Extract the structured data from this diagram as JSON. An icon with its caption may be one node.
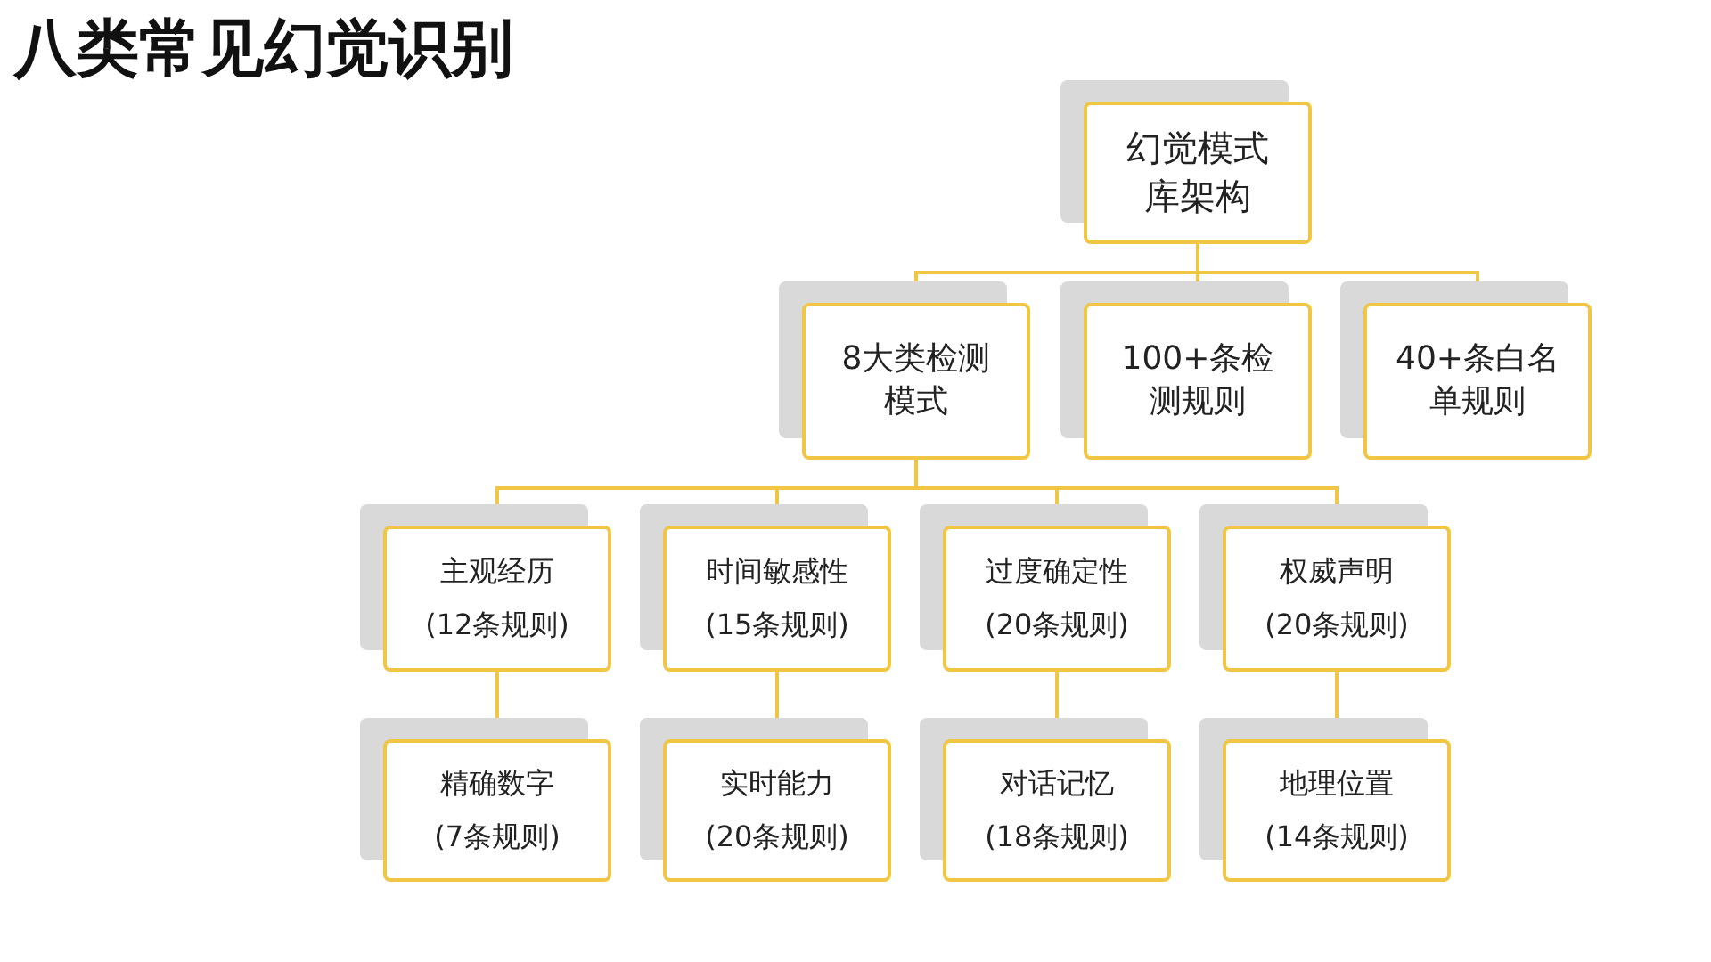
{
  "diagram": {
    "title": "八类常见幻觉识别",
    "nodes": [
      {
        "text": [
          "幻觉模式库架构"
        ]
      },
      {
        "text": [
          "8大类检测模式"
        ]
      },
      {
        "text": [
          "100+条检测规则"
        ]
      },
      {
        "text": [
          "40+条白名单规则"
        ]
      },
      {
        "text": [
          "主观经历",
          "(12条规则)"
        ]
      },
      {
        "text": [
          "时间敏感性",
          "(15条规则)"
        ]
      },
      {
        "text": [
          "过度确定性",
          "(20条规则)"
        ]
      },
      {
        "text": [
          "权威声明",
          "(20条规则)"
        ]
      },
      {
        "text": [
          "精确数字",
          "(7条规则)"
        ]
      },
      {
        "text": [
          "实时能力",
          "(20条规则)"
        ]
      },
      {
        "text": [
          "对话记忆",
          "(18条规则)"
        ]
      },
      {
        "text": [
          "地理位置",
          "(14条规则)"
        ]
      }
    ],
    "edges": [
      {
        "from": 0,
        "to": 1,
        "arrow": "none"
      },
      {
        "from": 0,
        "to": 2,
        "arrow": "none"
      },
      {
        "from": 0,
        "to": 3,
        "arrow": "none"
      },
      {
        "from": 1,
        "to": 4,
        "arrow": "none"
      },
      {
        "from": 1,
        "to": 5,
        "arrow": "none"
      },
      {
        "from": 1,
        "to": 6,
        "arrow": "none"
      },
      {
        "from": 1,
        "to": 7,
        "arrow": "none"
      },
      {
        "from": 4,
        "to": 8,
        "arrow": "none"
      },
      {
        "from": 5,
        "to": 9,
        "arrow": "none"
      },
      {
        "from": 6,
        "to": 10,
        "arrow": "none"
      },
      {
        "from": 7,
        "to": 11,
        "arrow": "none"
      }
    ]
  }
}
